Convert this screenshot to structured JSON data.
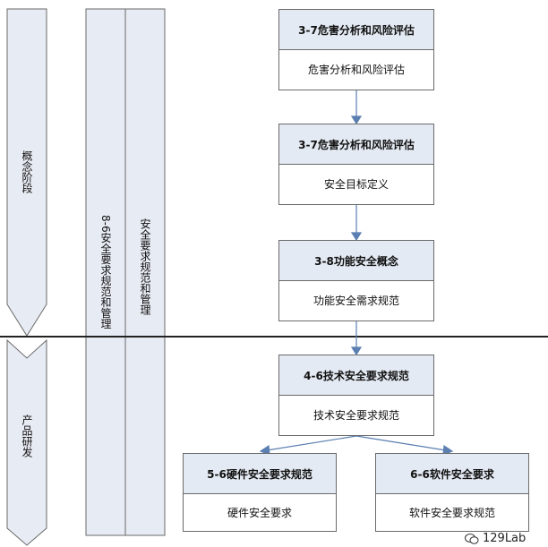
{
  "phases": {
    "concept": "概念阶段",
    "development": "产品研发"
  },
  "management": {
    "main": "8-6安全要求规范和管理",
    "sub": "安全要求规范和管理"
  },
  "flow": [
    {
      "head": "3-7危害分析和风险评估",
      "body": "危害分析和风险评估"
    },
    {
      "head": "3-7危害分析和风险评估",
      "body": "安全目标定义"
    },
    {
      "head": "3-8功能安全概念",
      "body": "功能安全需求规范"
    },
    {
      "head": "4-6技术安全要求规范",
      "body": "技术安全要求规范"
    }
  ],
  "branches": [
    {
      "head": "5-6硬件安全要求规范",
      "body": "硬件安全要求"
    },
    {
      "head": "6-6软件安全要求",
      "body": "软件安全要求规范"
    }
  ],
  "watermark": "129Lab",
  "colors": {
    "header_fill": "#e4eaf3",
    "panel_fill": "#e7ebf3",
    "arrow": "#5a7fb0",
    "border": "#6a6a6a"
  }
}
